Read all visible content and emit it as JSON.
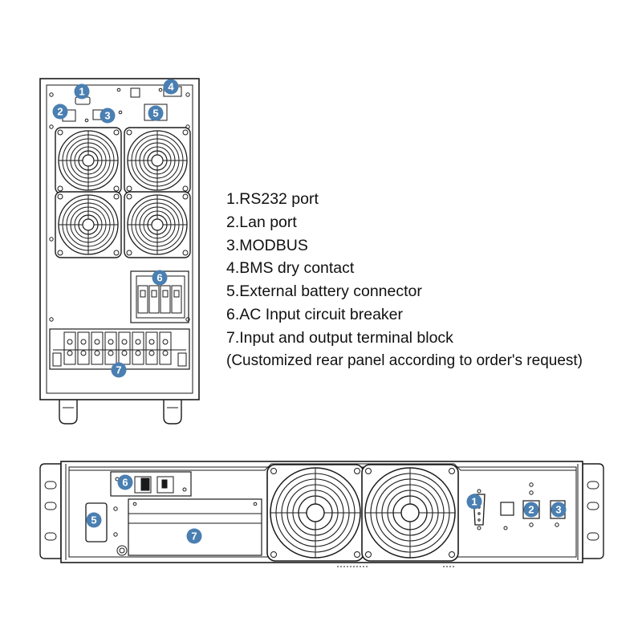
{
  "colors": {
    "badge": "#4a7fb2",
    "line": "#1a1a1a"
  },
  "legend": {
    "items": [
      "1.RS232 port",
      "2.Lan port",
      "3.MODBUS",
      "4.BMS dry contact",
      "5.External battery connector",
      "6.AC Input circuit breaker",
      "7.Input and output terminal block"
    ],
    "note": "(Customized rear panel according to order's request)"
  },
  "tower_callouts": [
    "1",
    "2",
    "3",
    "4",
    "5",
    "6",
    "7"
  ],
  "rack_callouts": [
    "6",
    "5",
    "7",
    "1",
    "2",
    "3"
  ]
}
